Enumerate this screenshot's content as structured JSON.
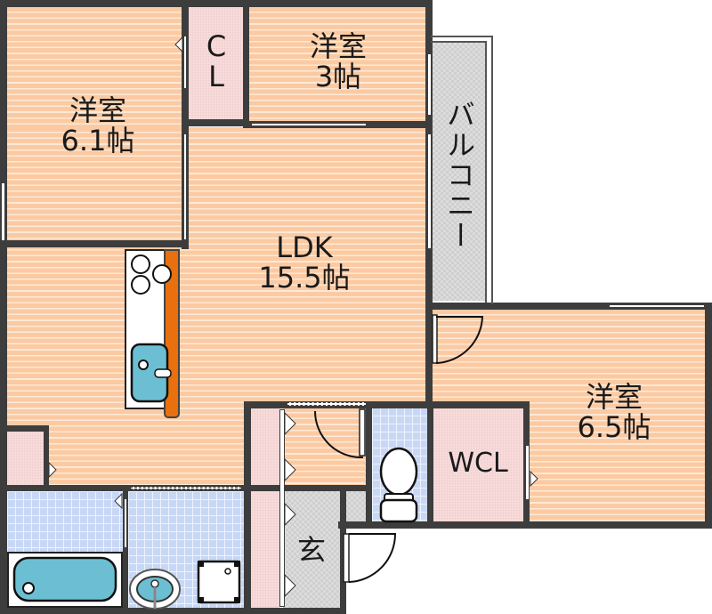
{
  "floor_plan": {
    "rooms": [
      {
        "id": "western-room-1",
        "type": "洋室",
        "size": "6.1帖",
        "label": "洋室\n6.1帖"
      },
      {
        "id": "closet",
        "label": "C\nL"
      },
      {
        "id": "western-room-2",
        "type": "洋室",
        "size": "3帖",
        "label": "洋室\n3帖"
      },
      {
        "id": "balcony",
        "label": "バルコニー"
      },
      {
        "id": "ldk",
        "type": "LDK",
        "size": "15.5帖",
        "label": "LDK\n15.5帖"
      },
      {
        "id": "western-room-3",
        "type": "洋室",
        "size": "6.5帖",
        "label": "洋室\n6.5帖"
      },
      {
        "id": "walk-in-closet",
        "label": "WCL"
      },
      {
        "id": "entrance",
        "label": "玄"
      }
    ],
    "fixtures": [
      "kitchen-stove",
      "kitchen-sink",
      "bathtub",
      "washbasin",
      "washing-machine-pan",
      "toilet"
    ],
    "colors": {
      "wall": "#3d3d3d",
      "wood_floor": "#fbcaa3",
      "storage_floor": "#f6d9d9",
      "tile_floor": "#c8d7f5",
      "balcony_floor": "#dcdcdc",
      "kitchen_counter": "#e8700f",
      "fixture_blue": "#6cbfd3"
    }
  }
}
